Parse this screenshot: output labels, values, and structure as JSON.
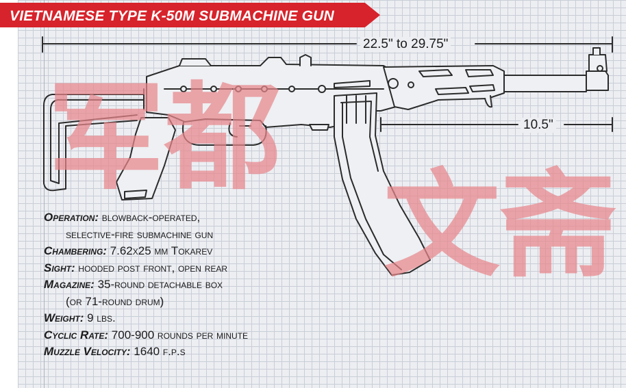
{
  "title": "VIETNAMESE TYPE K-50M SUBMACHINE GUN",
  "dimensions": {
    "overall": "22.5\" to 29.75\"",
    "barrel": "10.5\""
  },
  "specs": [
    {
      "key": "Operation:",
      "value": "blowback-operated,",
      "continuation": "selective-fire submachine gun"
    },
    {
      "key": "Chambering:",
      "value": "7.62x25 mm Tokarev"
    },
    {
      "key": "Sight:",
      "value": "hooded post front, open rear"
    },
    {
      "key": "Magazine:",
      "value": "35-round detachable box",
      "continuation": "(or 71-round drum)"
    },
    {
      "key": "Weight:",
      "value": "9 lbs."
    },
    {
      "key": "Cyclic Rate:",
      "value": "700-900 rounds per minute"
    },
    {
      "key": "Muzzle Velocity:",
      "value": "1640 f.p.s"
    }
  ],
  "watermark": {
    "chars": [
      "军",
      "都",
      "文",
      "斋"
    ],
    "color": "#e8868b"
  },
  "colors": {
    "banner": "#d7232b",
    "paper": "#eceef2",
    "grid": "#c9cdd6",
    "line": "#2b2b2b"
  }
}
